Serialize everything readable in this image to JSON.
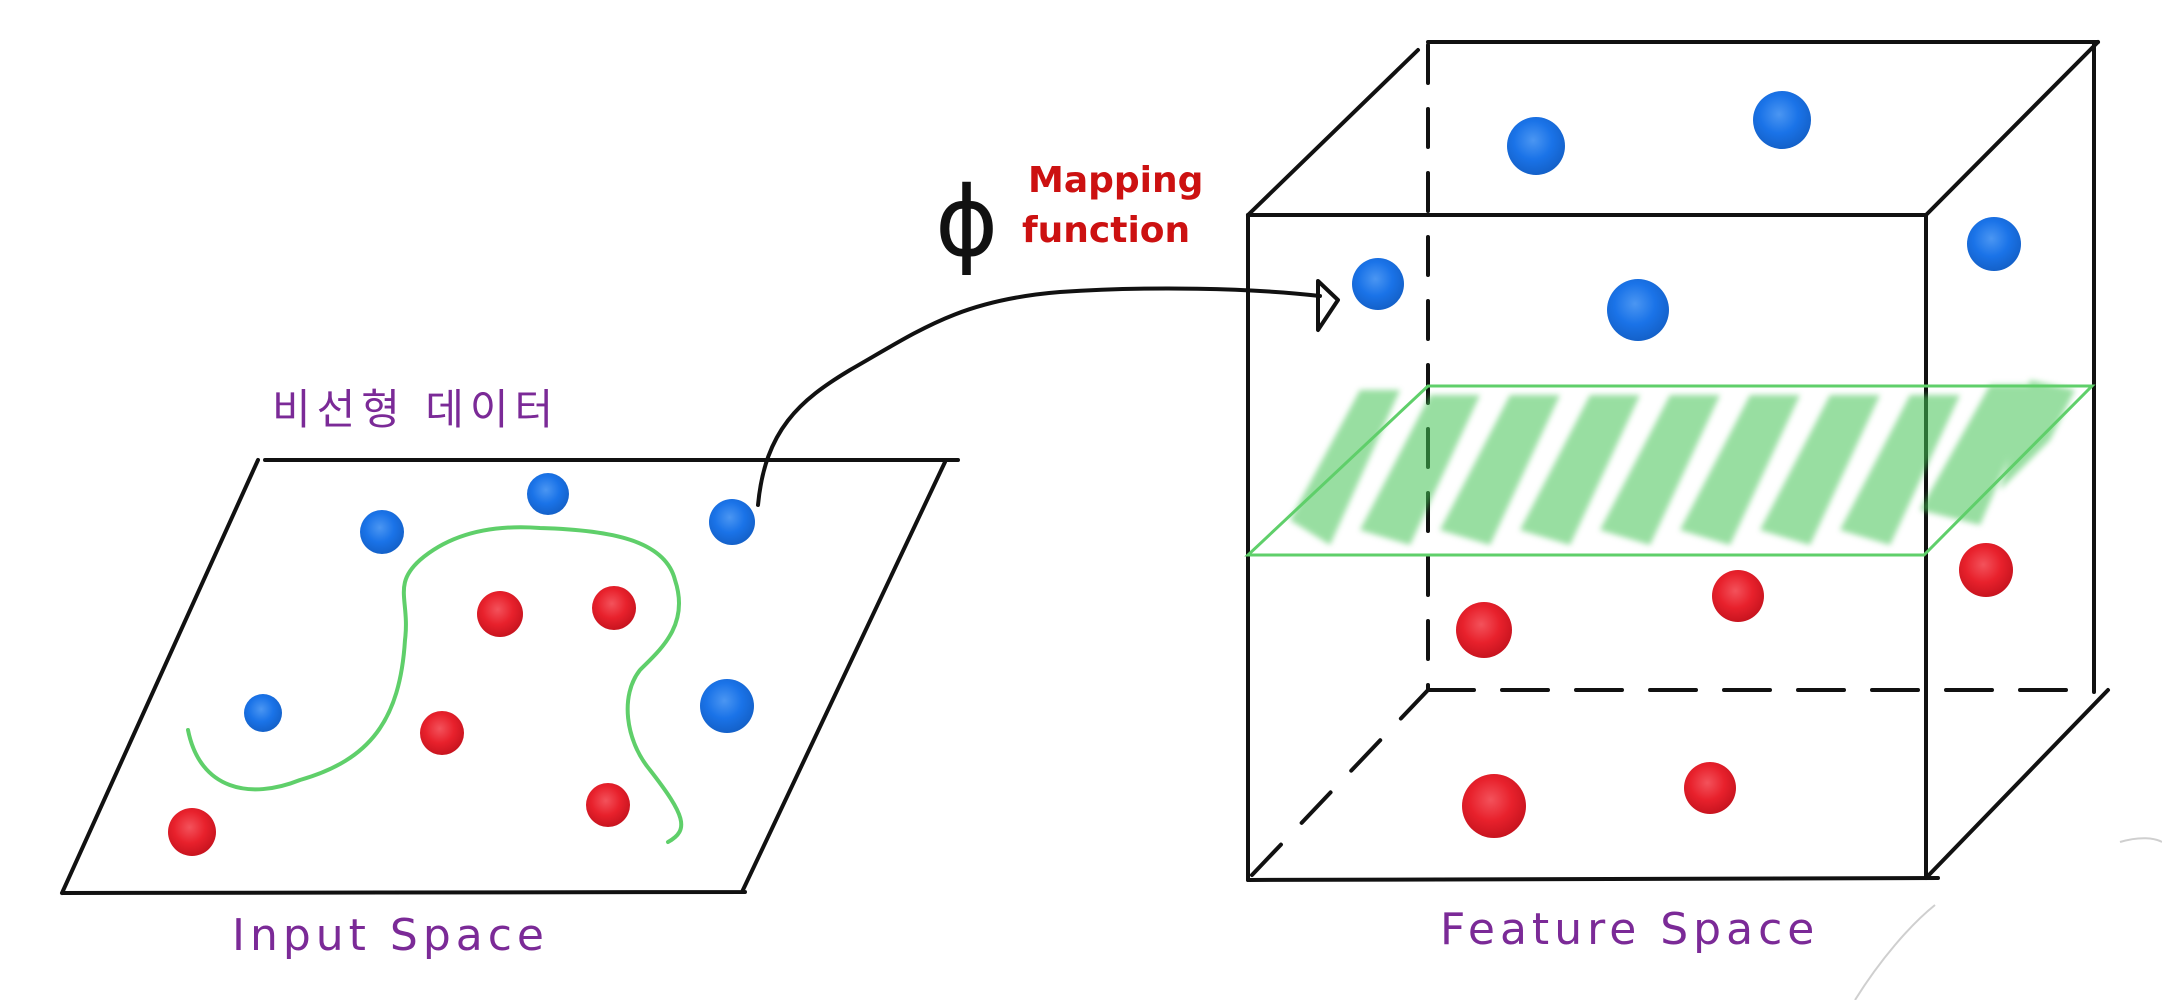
{
  "input_space": {
    "title": "비선형 데이터",
    "label": "Input Space"
  },
  "feature_space": {
    "label": "Feature Space"
  },
  "mapping": {
    "symbol": "ϕ",
    "line1": "Mapping",
    "line2": "function"
  },
  "colors": {
    "blue_point": "#1a73e8",
    "red_point": "#e8212c",
    "boundary": "#5fcf6a",
    "plane_fill": "#44c455",
    "stroke": "#111111",
    "label": "#7b2a97",
    "mapping_label": "#cc1111"
  }
}
